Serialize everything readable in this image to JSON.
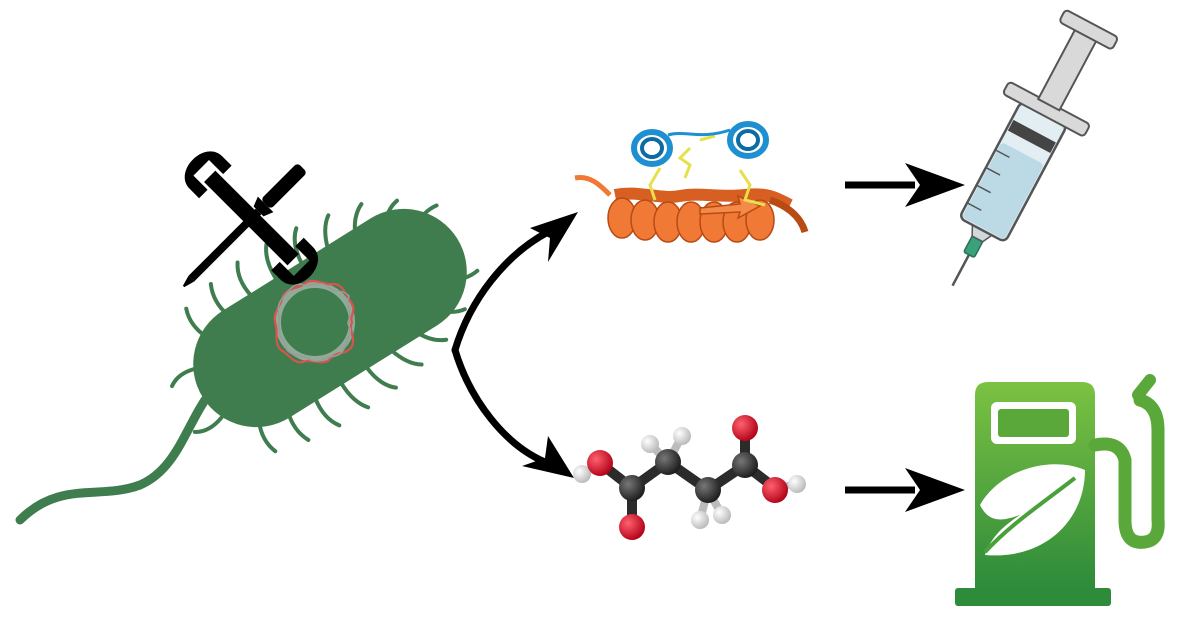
{
  "diagram": {
    "nodes": [
      {
        "id": "engineered-bacterium",
        "icon": "bacterium-with-dna-icon",
        "tool": "wrench-screwdriver-icon"
      },
      {
        "id": "protein-product",
        "icon": "protein-ribbon-icon"
      },
      {
        "id": "small-molecule-product",
        "icon": "succinic-acid-molecule-icon"
      },
      {
        "id": "medicine-application",
        "icon": "syringe-icon"
      },
      {
        "id": "biofuel-application",
        "icon": "green-fuel-pump-icon"
      }
    ],
    "edges": [
      {
        "from": "engineered-bacterium",
        "to": "protein-product"
      },
      {
        "from": "engineered-bacterium",
        "to": "small-molecule-product"
      },
      {
        "from": "protein-product",
        "to": "medicine-application"
      },
      {
        "from": "small-molecule-product",
        "to": "biofuel-application"
      }
    ],
    "colors": {
      "bacterium": "#3f7d4f",
      "dna": "#d9534f",
      "protein_helix": "#f07a35",
      "protein_loop": "#1e8fd0",
      "disulfide": "#e6e04a",
      "carbon": "#2b2b2b",
      "oxygen": "#e0102a",
      "hydrogen": "#e8e8e8",
      "fuel_pump": "#4aa13a",
      "arrow": "#000000"
    }
  }
}
